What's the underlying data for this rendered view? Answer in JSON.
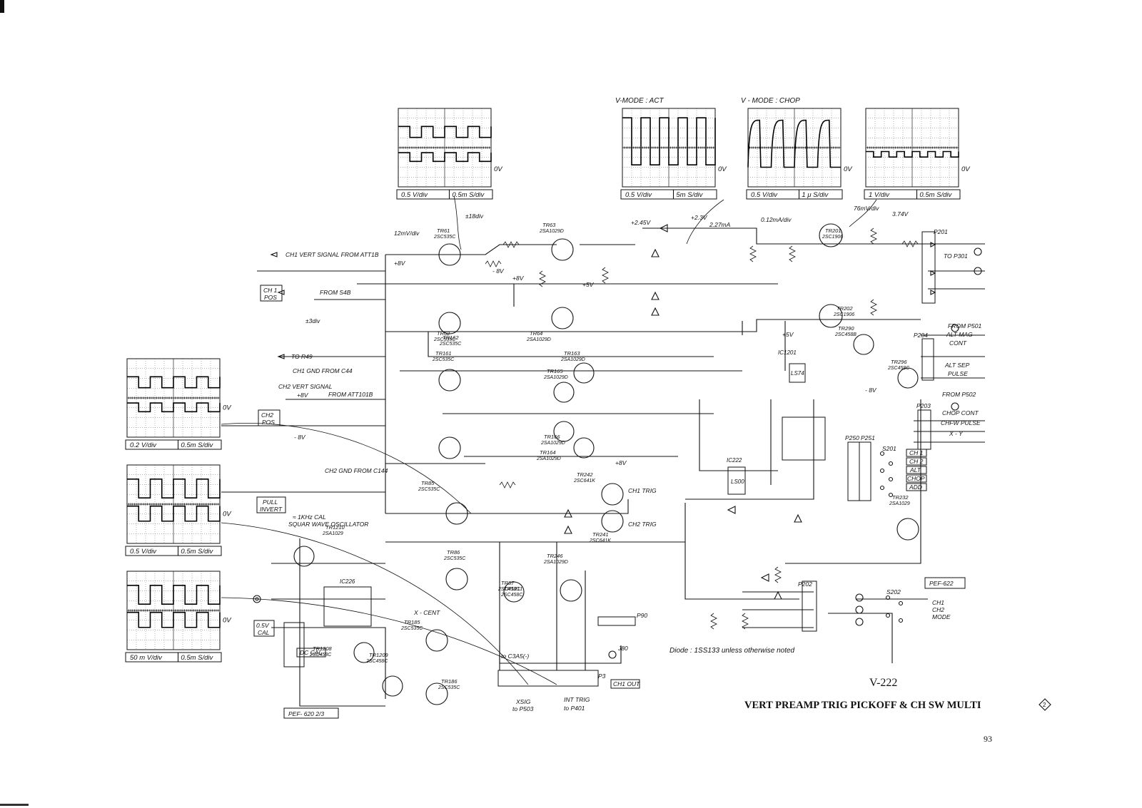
{
  "title": {
    "model": "V-222",
    "name": "VERT PREAMP TRIG PICKOFF & CH SW MULTI",
    "circle_mark": "2",
    "page_number": "93"
  },
  "note": "Diode : 1SS133  unless  otherwise  noted",
  "scopes": [
    {
      "id": "top1",
      "label": "",
      "zero": "0V",
      "scale_v": "0.5  V/div",
      "scale_t": "0.5m S/div",
      "wave": "square_small"
    },
    {
      "id": "act",
      "label": "V-MODE : ACT",
      "zero": "0V",
      "scale_v": "0.5  V/div",
      "scale_t": "5m S/div",
      "wave": "square_big"
    },
    {
      "id": "chop",
      "label": "V - MODE : CHOP",
      "zero": "0V",
      "scale_v": "0.5  V/div",
      "scale_t": "1 μ S/div",
      "wave": "rounded"
    },
    {
      "id": "top4",
      "label": "",
      "zero": "0V",
      "scale_v": "1  V/div",
      "scale_t": "0.5m S/div",
      "wave": "small_steps"
    },
    {
      "id": "left1",
      "label": "",
      "zero": "0V",
      "scale_v": "0.2  V/div",
      "scale_t": "0.5m S/div",
      "wave": "square_small"
    },
    {
      "id": "left2",
      "label": "",
      "zero": "0V",
      "scale_v": "0.5  V/div",
      "scale_t": "0.5m S/div",
      "wave": "square_med"
    },
    {
      "id": "left3",
      "label": "",
      "zero": "0V",
      "scale_v": "50 m V/div",
      "scale_t": "0.5m S/div",
      "wave": "square_med"
    }
  ],
  "boxes": {
    "ch1_pos": [
      "CH 1",
      "POS"
    ],
    "ch2_pos": [
      "CH2",
      "POS"
    ],
    "pull_invert": [
      "PULL",
      "INVERT"
    ],
    "cal": [
      "0.5V",
      "CAL"
    ],
    "dc_cal": "DC CAL",
    "pef620": "PEF- 620 2/3",
    "pef622": "PEF-622",
    "ch1_out": "CH1 OUT",
    "switch_ch1": "CH 1",
    "switch_ch2": "CH 2",
    "switch_alt": "ALT",
    "switch_chop": "CHOP",
    "switch_add": "ADD"
  },
  "signals": {
    "ch1_vert": "CH1  VERT  SIGNAL   FROM  ATT1B",
    "from_s4b": "FROM  S4B",
    "to_r49": "TO  R49",
    "ch1_gnd": "CH1   GND  FROM  C44",
    "ch2_vert": "CH2  VERT  SIGNAL",
    "ch2_vert2": "FROM  ATT101B",
    "ch2_gnd": "CH2  GND  FROM  C144",
    "to_p301": "TO  P301",
    "from_p501": "FROM  P501",
    "alt_mag": "ALT  MAG",
    "cont": "CONT",
    "alt_sep": "ALT  SEP",
    "pulse": "PULSE",
    "from_p502": "FROM  P502",
    "chop_cont": "CHOP  CONT",
    "chfw_pulse": "CHFW  PULSE",
    "xy": "X - Y",
    "ch1_trig": "CH1  TRIG",
    "ch2_trig": "CH2  TRIG",
    "xsig": "XSIG",
    "to_p503": "to P503",
    "int_trig": "INT  TRIG",
    "to_p401": "to  P401",
    "x_cent": "X - CENT",
    "to_c3": "to C3A5(-)",
    "oscillator1": "≈ 1KHz  CAL",
    "oscillator2": "SQUAR  WAVE  OSCILLATOR",
    "ch_mode1": "CH1",
    "ch_mode2": "CH2",
    "ch_mode3": "MODE"
  },
  "components": [
    {
      "ref": "TR61",
      "part": "2SC535C"
    },
    {
      "ref": "TR62",
      "part": "2SC535C"
    },
    {
      "ref": "TR63",
      "part": "2SA1029D"
    },
    {
      "ref": "TR64",
      "part": "2SA1029D"
    },
    {
      "ref": "TR161",
      "part": "2SC535C"
    },
    {
      "ref": "TR162",
      "part": "2SC535C"
    },
    {
      "ref": "TR163",
      "part": "2SA1029D"
    },
    {
      "ref": "TR164",
      "part": "2SA1029D"
    },
    {
      "ref": "TR165",
      "part": "2SA1029D"
    },
    {
      "ref": "TR166",
      "part": "2SA1029D"
    },
    {
      "ref": "TR85",
      "part": "2SC535C"
    },
    {
      "ref": "TR86",
      "part": "2SC535C"
    },
    {
      "ref": "TR185",
      "part": "2SC535C"
    },
    {
      "ref": "TR186",
      "part": "2SC535C"
    },
    {
      "ref": "TR87",
      "part": "2SC458C"
    },
    {
      "ref": "TR241",
      "part": "2SC641K"
    },
    {
      "ref": "TR242",
      "part": "2SC641K"
    },
    {
      "ref": "TR246",
      "part": "2SA1029D"
    },
    {
      "ref": "TR201",
      "part": "2SC1906"
    },
    {
      "ref": "TR202",
      "part": "2SC1906"
    },
    {
      "ref": "TR290",
      "part": "2SC458B"
    },
    {
      "ref": "TR296",
      "part": "2SC458C"
    },
    {
      "ref": "TR232",
      "part": "2SA1029"
    },
    {
      "ref": "TR1208",
      "part": "2SC458C"
    },
    {
      "ref": "TR1209",
      "part": "2SC458C"
    },
    {
      "ref": "TR1210",
      "part": "2SA1029"
    },
    {
      "ref": "TR1211",
      "part": "2SC458C"
    }
  ],
  "ics": [
    "IC226",
    "IC222",
    "IC1201",
    "LS00",
    "LS74"
  ],
  "labels_misc": {
    "sens1": "12mV/div",
    "sens2": "±18div",
    "sens3": "±3div",
    "v_plus8": "+8V",
    "v_minus8": "- 8V",
    "v_plus5": "+5V",
    "v245": "+2.45V",
    "v23": "+2.3V",
    "i227": "2.27mA",
    "i012": "0.12mA/div",
    "v76": "76mV/div",
    "v374": "3.74V",
    "p201": "P201",
    "p202": "P202",
    "p203": "P203",
    "p204": "P204",
    "p90": "P90",
    "p3": "P3",
    "s201": "S201",
    "s202": "S202",
    "p251": "P251",
    "p250": "P250",
    "j80": "J80"
  }
}
